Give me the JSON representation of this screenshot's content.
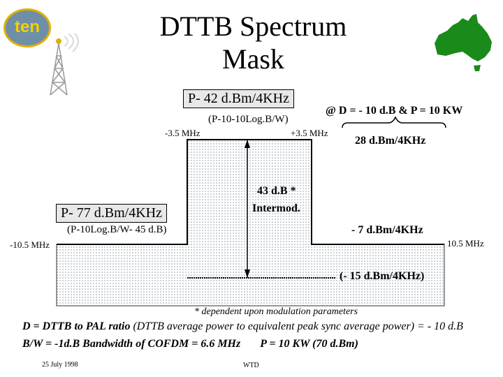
{
  "title_line1": "DTTB Spectrum",
  "title_line2": "Mask",
  "logo_text": "ten",
  "in_band_box": "P- 42 d.Bm/4KHz",
  "in_band_formula": "(P-10-10Log.B/W)",
  "condition": "@ D = - 10 d.B & P = 10 KW",
  "brace_value": "28 d.Bm/4KHz",
  "minus_35": "-3.5 MHz",
  "plus_35": "+3.5 MHz",
  "intermod_line1": "43 d.B *",
  "intermod_line2": "Intermod.",
  "out_band_box": "P- 77 d.Bm/4KHz",
  "out_band_formula": "(P-10Log.B/W- 45 d.B)",
  "minus7": "- 7 d.Bm/4KHz",
  "minus_105": "-10.5 MHz",
  "plus_105": "10.5 MHz",
  "minus15": "(- 15 d.Bm/4KHz)",
  "footnote": "* dependent upon modulation parameters",
  "line1_a": "D = DTTB to PAL ratio",
  "line1_b": "(DTTB average power to equivalent peak sync average power) = - 10 d.B",
  "line2_a": "B/W = -1d.B Bandwidth of COFDM = 6.6 MHz",
  "line2_b": "P = 10 KW (70 d.Bm)",
  "date": "25 July 1998",
  "author": "WTD",
  "colors": {
    "logo_bg": "#6f8fa8",
    "logo_ring": "#e0b000",
    "australia": "#1a8a1a",
    "mask_fill": "#ffffff"
  }
}
